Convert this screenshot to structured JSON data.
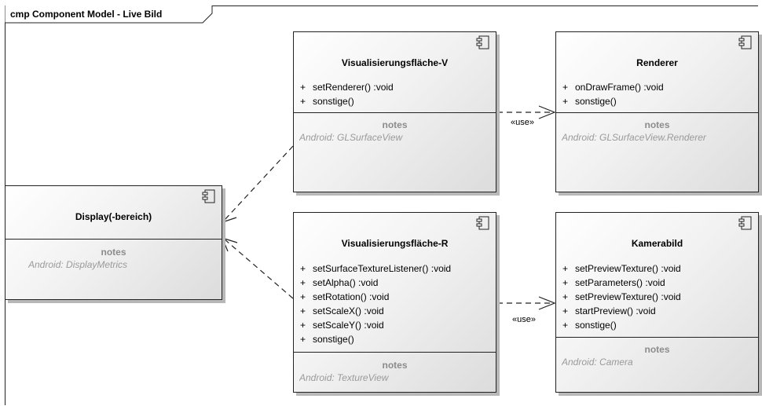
{
  "frame": {
    "title": "cmp Component Model - Live Bild"
  },
  "components": {
    "visV": {
      "name": "Visualisierungsfläche-V",
      "operations": [
        "setRenderer() :void",
        "sonstige()"
      ],
      "notes_label": "notes",
      "notes": "Android: GLSurfaceView"
    },
    "renderer": {
      "name": "Renderer",
      "operations": [
        "onDrawFrame() :void",
        "sonstige()"
      ],
      "notes_label": "notes",
      "notes": "Android: GLSurfaceView.Renderer"
    },
    "display": {
      "name": "Display(-bereich)",
      "operations": [],
      "notes_label": "notes",
      "notes": "Android: DisplayMetrics"
    },
    "visR": {
      "name": "Visualisierungsfläche-R",
      "operations": [
        "setSurfaceTextureListener() :void",
        "setAlpha() :void",
        "setRotation() :void",
        "setScaleX() :void",
        "setScaleY() :void",
        "sonstige()"
      ],
      "notes_label": "notes",
      "notes": "Android: TextureView"
    },
    "kamera": {
      "name": "Kamerabild",
      "operations": [
        "setPreviewTexture() :void",
        "setParameters() :void",
        "setPreviewTexture() :void",
        "startPreview() :void",
        "sonstige()"
      ],
      "notes_label": "notes",
      "notes": "Android: Camera"
    }
  },
  "dependencies": [
    {
      "from": "visV",
      "to": "renderer",
      "stereotype": "«use»"
    },
    {
      "from": "visR",
      "to": "kamera",
      "stereotype": "«use»"
    },
    {
      "from": "visV",
      "to": "display",
      "stereotype": ""
    },
    {
      "from": "visR",
      "to": "display",
      "stereotype": ""
    }
  ],
  "plus_sign": "+"
}
